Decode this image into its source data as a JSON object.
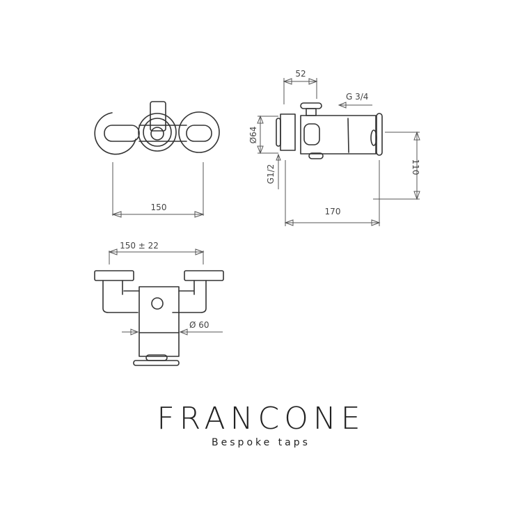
{
  "drawing": {
    "front_view": {
      "width_dim": "150"
    },
    "side_view": {
      "top_dim": "52",
      "inlet_top": "G 3/4",
      "diameter": "Ø64",
      "inlet_bottom": "G1/2",
      "height_dim": "110",
      "depth_dim": "170"
    },
    "bottom_view": {
      "centers_dim": "150 ± 22",
      "diameter": "Ø 60"
    }
  },
  "brand": {
    "name": "FRANCONE",
    "tagline": "Bespoke taps"
  }
}
